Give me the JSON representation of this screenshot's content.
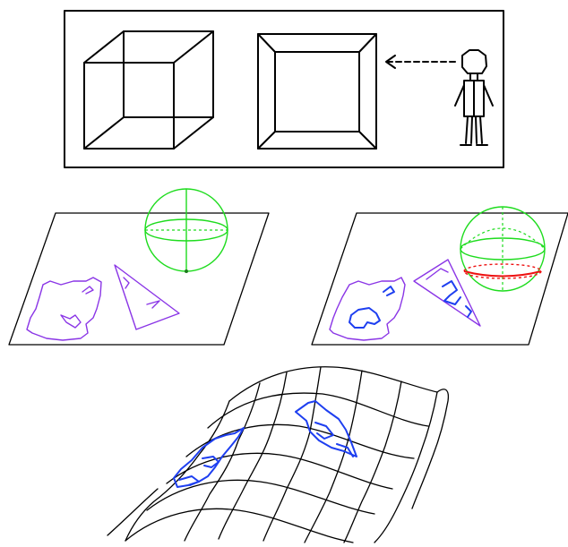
{
  "colors": {
    "outline": "#000000",
    "shadow_shape": "#8a35e6",
    "object_shape": "#1e3ff0",
    "sphere": "#1edc1e",
    "intersection": "#ee1111"
  },
  "panels": {
    "top": {
      "items": [
        "wireframe-cube-icon",
        "cube-viewed-head-on-icon",
        "dashed-arrow-icon",
        "stick-figure-observer-icon"
      ]
    },
    "middle_left": {
      "items": [
        "ground-plane",
        "wireframe-sphere-icon",
        "irregular-shape",
        "triangle-shape"
      ]
    },
    "middle_right": {
      "items": [
        "ground-plane",
        "wireframe-sphere-icon",
        "intersection-ellipse",
        "irregular-shape",
        "triangle-shape"
      ]
    },
    "bottom": {
      "items": [
        "curved-grid-surface",
        "irregular-shape",
        "triangle-shape"
      ]
    }
  }
}
